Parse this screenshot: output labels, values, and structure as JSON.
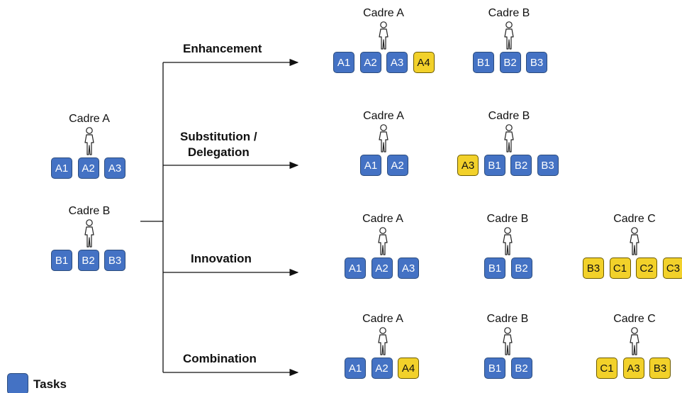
{
  "source": {
    "cadres": [
      {
        "label": "Cadre A",
        "tasks": [
          "A1",
          "A2",
          "A3"
        ]
      },
      {
        "label": "Cadre B",
        "tasks": [
          "B1",
          "B2",
          "B3"
        ]
      }
    ]
  },
  "branches": [
    {
      "label": "Enhancement",
      "cadres": [
        {
          "label": "Cadre A",
          "tasks": [
            {
              "t": "A1",
              "new": false
            },
            {
              "t": "A2",
              "new": false
            },
            {
              "t": "A3",
              "new": false
            },
            {
              "t": "A4",
              "new": true
            }
          ]
        },
        {
          "label": "Cadre B",
          "tasks": [
            {
              "t": "B1",
              "new": false
            },
            {
              "t": "B2",
              "new": false
            },
            {
              "t": "B3",
              "new": false
            }
          ]
        }
      ]
    },
    {
      "label": "Substitution /\nDelegation",
      "cadres": [
        {
          "label": "Cadre A",
          "tasks": [
            {
              "t": "A1",
              "new": false
            },
            {
              "t": "A2",
              "new": false
            }
          ]
        },
        {
          "label": "Cadre B",
          "tasks": [
            {
              "t": "A3",
              "new": true
            },
            {
              "t": "B1",
              "new": false
            },
            {
              "t": "B2",
              "new": false
            },
            {
              "t": "B3",
              "new": false
            }
          ]
        }
      ]
    },
    {
      "label": "Innovation",
      "cadres": [
        {
          "label": "Cadre A",
          "tasks": [
            {
              "t": "A1",
              "new": false
            },
            {
              "t": "A2",
              "new": false
            },
            {
              "t": "A3",
              "new": false
            }
          ]
        },
        {
          "label": "Cadre B",
          "tasks": [
            {
              "t": "B1",
              "new": false
            },
            {
              "t": "B2",
              "new": false
            }
          ]
        },
        {
          "label": "Cadre C",
          "tasks": [
            {
              "t": "B3",
              "new": true
            },
            {
              "t": "C1",
              "new": true
            },
            {
              "t": "C2",
              "new": true
            },
            {
              "t": "C3",
              "new": true
            }
          ]
        }
      ]
    },
    {
      "label": "Combination",
      "cadres": [
        {
          "label": "Cadre A",
          "tasks": [
            {
              "t": "A1",
              "new": false
            },
            {
              "t": "A2",
              "new": false
            },
            {
              "t": "A4",
              "new": true
            }
          ]
        },
        {
          "label": "Cadre B",
          "tasks": [
            {
              "t": "B1",
              "new": false
            },
            {
              "t": "B2",
              "new": false
            }
          ]
        },
        {
          "label": "Cadre C",
          "tasks": [
            {
              "t": "C1",
              "new": true
            },
            {
              "t": "A3",
              "new": true
            },
            {
              "t": "B3",
              "new": true
            }
          ]
        }
      ]
    }
  ],
  "legend": {
    "label": "Tasks"
  },
  "colors": {
    "task": "#4472c4",
    "new_task": "#f2d12a"
  }
}
